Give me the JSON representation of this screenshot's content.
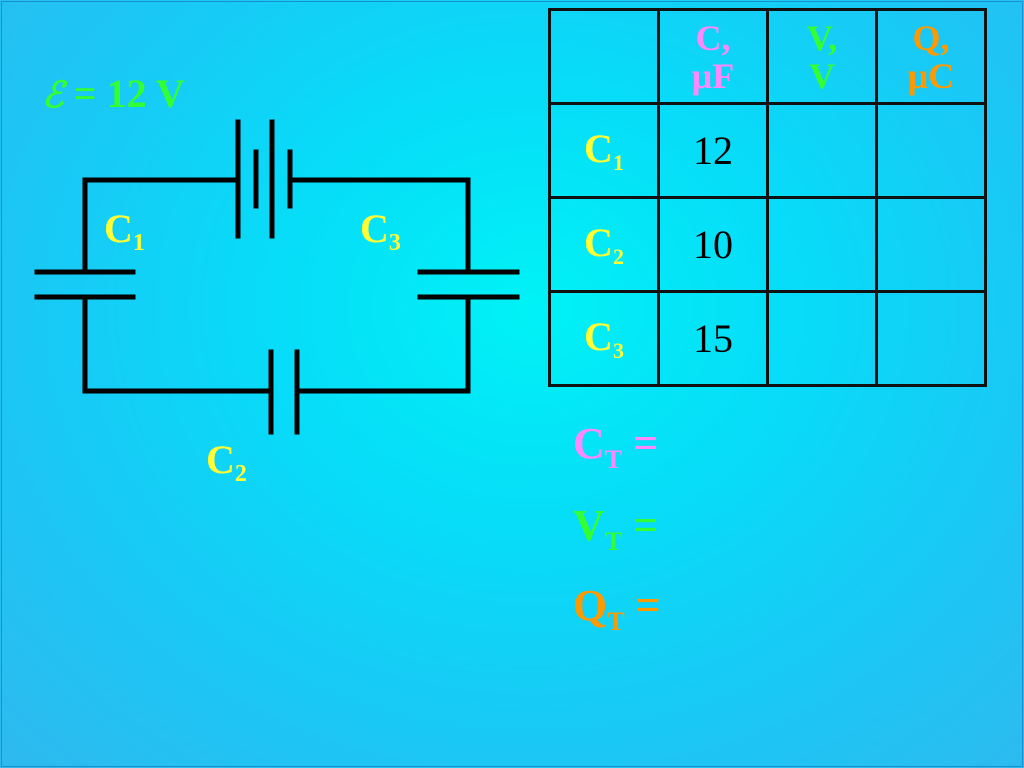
{
  "emf": {
    "symbol": "ℰ",
    "text": "= 12 V"
  },
  "labels": {
    "c1": {
      "main": "C",
      "sub": "1"
    },
    "c2": {
      "main": "C",
      "sub": "2"
    },
    "c3": {
      "main": "C",
      "sub": "3"
    }
  },
  "table": {
    "headers": [
      {
        "line1": "C,",
        "line2": "μF"
      },
      {
        "line1": "V,",
        "line2": "V"
      },
      {
        "line1": "Q,",
        "line2": "μC"
      }
    ],
    "rows": [
      {
        "label": "C",
        "sub": "1",
        "c": "12",
        "v": "",
        "q": ""
      },
      {
        "label": "C",
        "sub": "2",
        "c": "10",
        "v": "",
        "q": ""
      },
      {
        "label": "C",
        "sub": "3",
        "c": "15",
        "v": "",
        "q": ""
      }
    ]
  },
  "totals": {
    "c": {
      "main": "C",
      "sub": "T",
      "eq": " ="
    },
    "v": {
      "main": "V",
      "sub": "T",
      "eq": " ="
    },
    "q": {
      "main": "Q",
      "sub": "T",
      "eq": " ="
    }
  },
  "colors": {
    "emf": "#33ff33",
    "capacitor_label": "#ffff33",
    "capacitance": "#ff88ff",
    "voltage": "#33ff33",
    "charge": "#ff9900",
    "wire": "#000000"
  }
}
